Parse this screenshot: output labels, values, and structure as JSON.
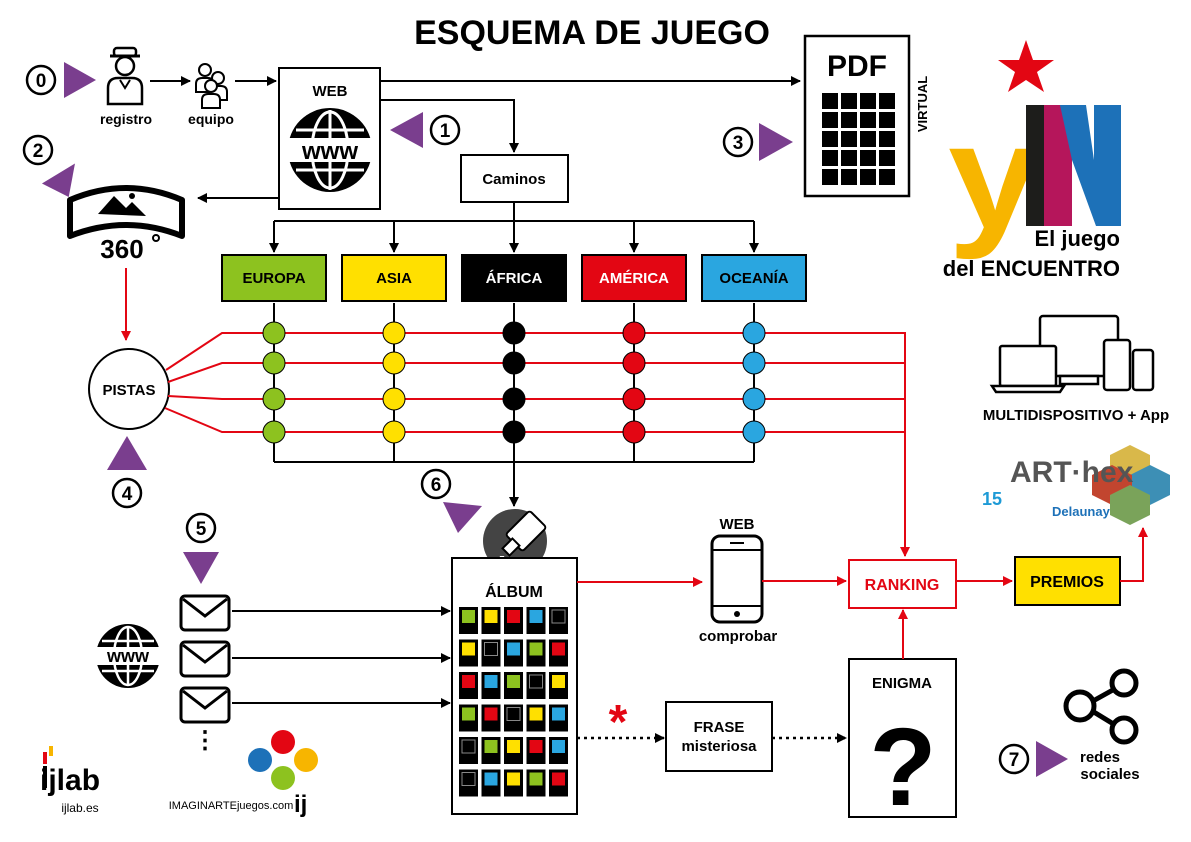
{
  "title": "ESQUEMA DE JUEGO",
  "steps": {
    "s0": "0",
    "s1": "1",
    "s2": "2",
    "s3": "3",
    "s4": "4",
    "s5": "5",
    "s6": "6",
    "s7": "7"
  },
  "registro": "registro",
  "equipo": "equipo",
  "web_box": {
    "label": "WEB",
    "icon_text": "www"
  },
  "pdf": {
    "label": "PDF",
    "side_label": "VIRTUAL"
  },
  "caminos": "Caminos",
  "pano_label": "360",
  "continents": [
    {
      "name": "EUROPA",
      "color": "#8dc21f",
      "text_color": "#000000"
    },
    {
      "name": "ASIA",
      "color": "#ffe000",
      "text_color": "#000000"
    },
    {
      "name": "ÁFRICA",
      "color": "#000000",
      "text_color": "#ffffff"
    },
    {
      "name": "AMÉRICA",
      "color": "#e30613",
      "text_color": "#ffffff"
    },
    {
      "name": "OCEANÍA",
      "color": "#2aa6e0",
      "text_color": "#000000"
    }
  ],
  "pistas": "PISTAS",
  "album": {
    "label": "ÁLBUM",
    "grid": [
      [
        "#8dc21f",
        "#ffe000",
        "#e30613",
        "#2aa6e0",
        "#000000"
      ],
      [
        "#ffe000",
        "#000000",
        "#2aa6e0",
        "#8dc21f",
        "#e30613"
      ],
      [
        "#e30613",
        "#2aa6e0",
        "#8dc21f",
        "#000000",
        "#ffe000"
      ],
      [
        "#8dc21f",
        "#e30613",
        "#000000",
        "#ffe000",
        "#2aa6e0"
      ],
      [
        "#000000",
        "#8dc21f",
        "#ffe000",
        "#e30613",
        "#2aa6e0"
      ],
      [
        "#000000",
        "#2aa6e0",
        "#ffe000",
        "#8dc21f",
        "#e30613"
      ]
    ]
  },
  "web_phone": {
    "top": "WEB",
    "bottom": "comprobar"
  },
  "ranking": "RANKING",
  "premios": "PREMIOS",
  "enigma": {
    "label": "ENIGMA",
    "symbol": "?"
  },
  "frase": {
    "line1": "FRASE",
    "line2": "misteriosa"
  },
  "asterisk": "*",
  "email_dots": "⋮",
  "www_left": "www",
  "brand": {
    "y": "y",
    "i": "I",
    "n": "N",
    "line1": "El juego",
    "line2": "del ENCUENTRO",
    "colors": {
      "yellow": "#f7b500",
      "black": "#1d1d1b",
      "magenta": "#b5165b",
      "blue": "#1d71b8",
      "red": "#e30613"
    }
  },
  "multidevice": "MULTIDISPOSITIVO + App",
  "arthex": {
    "name": "ART·hex",
    "number": "15",
    "sub": "Delaunay"
  },
  "redes": {
    "line1": "redes",
    "line2": "sociales"
  },
  "ijlab": {
    "logo": "ijlab",
    "url": "ijlab.es"
  },
  "imaginarte": {
    "text": "IMAGINARTEjuegos.com",
    "mark": "ij"
  },
  "accent_purple": "#7a3e8e",
  "flow_red": "#e30613"
}
